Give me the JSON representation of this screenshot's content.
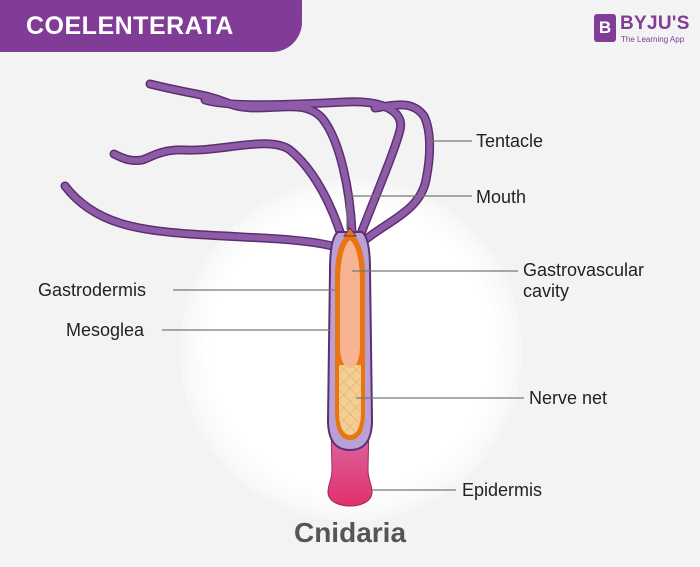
{
  "header": {
    "title": "COELENTERATA",
    "logo": {
      "mark": "B",
      "name": "BYJU'S",
      "tagline": "The Learning App"
    }
  },
  "labels": {
    "tentacle": "Tentacle",
    "mouth": "Mouth",
    "gastrodermis": "Gastrodermis",
    "gastrovascular_cavity_line1": "Gastrovascular",
    "gastrovascular_cavity_line2": "cavity",
    "mesoglea": "Mesoglea",
    "nerve_net": "Nerve net",
    "epidermis": "Epidermis"
  },
  "caption": "Cnidaria",
  "colors": {
    "brand": "#813c97",
    "tentacle": "#8a5aa3",
    "tentacle_outline": "#5c2f73",
    "mesoglea": "#b9a1d6",
    "gastrodermis": "#e8750f",
    "cavity": "#f7b493",
    "nerve_net": "#f2c98a",
    "epidermis_base": "#e0306e",
    "leader_line": "#777777"
  }
}
